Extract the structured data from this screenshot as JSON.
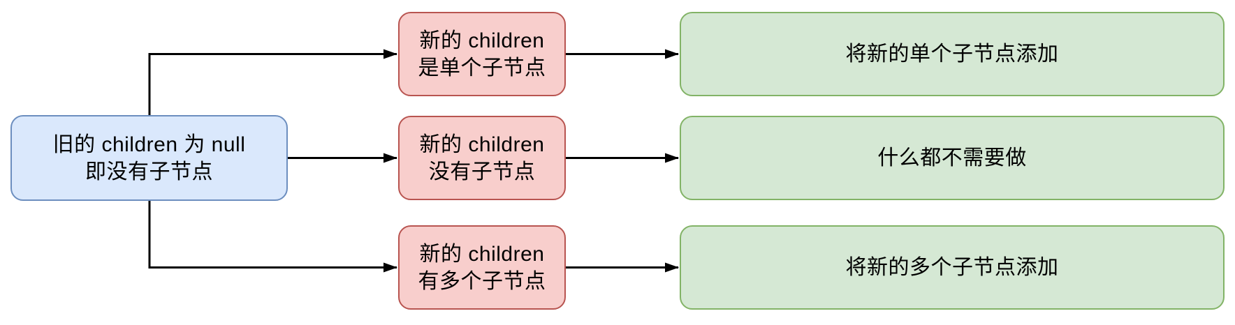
{
  "diagram": {
    "title": "old-children-null-diff-flow",
    "colors": {
      "root_fill": "#dae8fc",
      "root_stroke": "#6c8ebf",
      "condition_fill": "#f8cecc",
      "condition_stroke": "#b85450",
      "action_fill": "#d5e8d4",
      "action_stroke": "#82b366",
      "connector": "#000000",
      "text": "#000000"
    },
    "nodes": {
      "root": {
        "lines": [
          "旧的 children 为 null",
          "即没有子节点"
        ]
      },
      "conditions": [
        {
          "lines": [
            "新的 children",
            "是单个子节点"
          ]
        },
        {
          "lines": [
            "新的 children",
            "没有子节点"
          ]
        },
        {
          "lines": [
            "新的 children",
            "有多个子节点"
          ]
        }
      ],
      "actions": [
        {
          "label": "将新的单个子节点添加"
        },
        {
          "label": "什么都不需要做"
        },
        {
          "label": "将新的多个子节点添加"
        }
      ]
    },
    "edges": [
      {
        "from": "root",
        "to": "condition-single"
      },
      {
        "from": "root",
        "to": "condition-none"
      },
      {
        "from": "root",
        "to": "condition-multiple"
      },
      {
        "from": "condition-single",
        "to": "action-append-single"
      },
      {
        "from": "condition-none",
        "to": "action-do-nothing"
      },
      {
        "from": "condition-multiple",
        "to": "action-append-multiple"
      }
    ]
  }
}
